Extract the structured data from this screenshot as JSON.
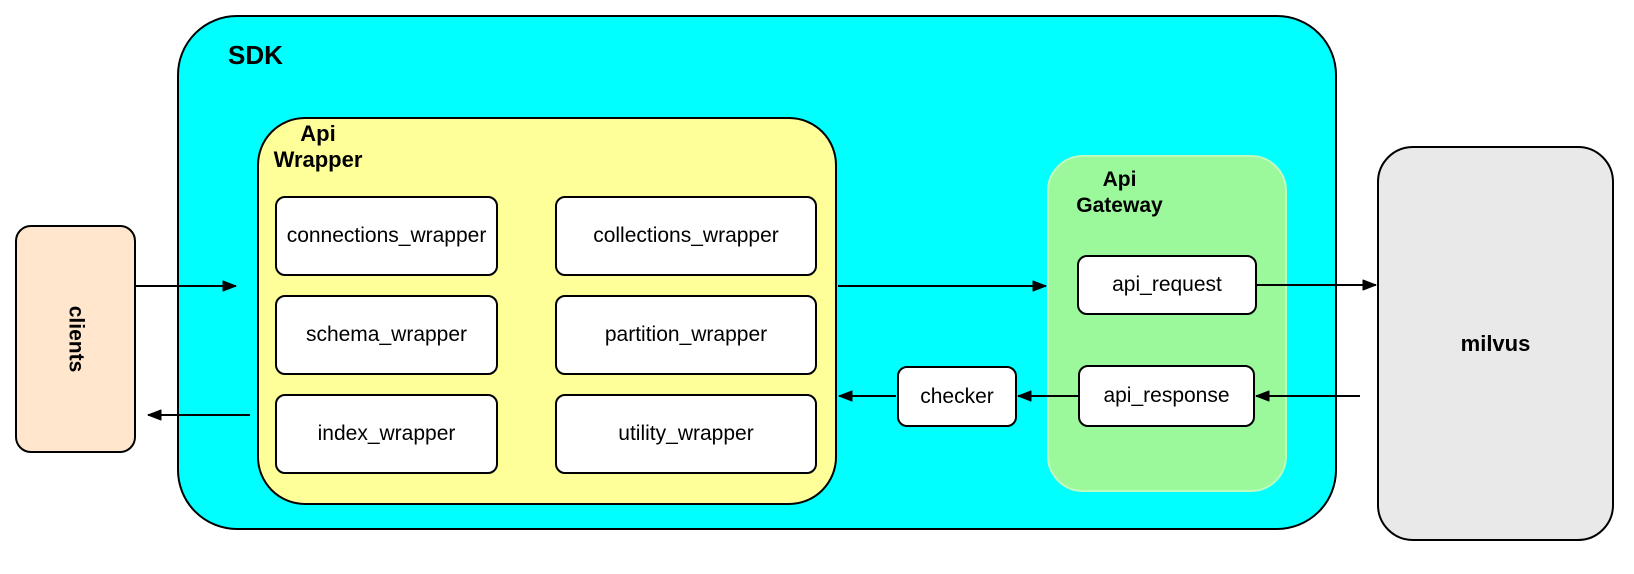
{
  "diagram": {
    "clients": {
      "label": "clients"
    },
    "sdk": {
      "label": "SDK"
    },
    "api_wrapper": {
      "label_line1": "Api",
      "label_line2": "Wrapper",
      "boxes": [
        {
          "label": "connections_wrapper"
        },
        {
          "label": "collections_wrapper"
        },
        {
          "label": "schema_wrapper"
        },
        {
          "label": "partition_wrapper"
        },
        {
          "label": "index_wrapper"
        },
        {
          "label": "utility_wrapper"
        }
      ]
    },
    "checker": {
      "label": "checker"
    },
    "api_gateway": {
      "label_line1": "Api",
      "label_line2": "Gateway",
      "boxes": [
        {
          "label": "api_request"
        },
        {
          "label": "api_response"
        }
      ]
    },
    "milvus": {
      "label": "milvus"
    },
    "colors": {
      "sdk_fill": "#00ffff",
      "api_wrapper_fill": "#ffff99",
      "api_gateway_fill": "#9bf89b",
      "clients_fill": "#ffe6cc",
      "milvus_fill": "#e9e9e9",
      "leaf_box_fill": "#ffffff",
      "stroke": "#000000"
    }
  }
}
